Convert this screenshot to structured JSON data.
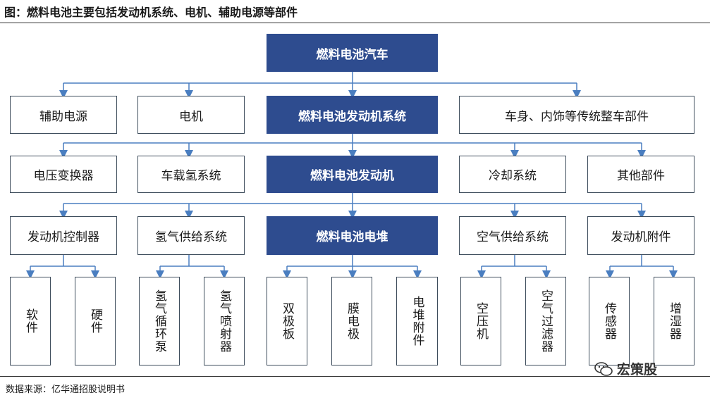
{
  "title": "图：燃料电池主要包括发动机系统、电机、辅助电源等部件",
  "source": "数据来源：亿华通招股说明书",
  "watermark": "宏策股",
  "colors": {
    "highlight": "#2e4c8f",
    "line": "#4a7ec0"
  },
  "root": "燃料电池汽车",
  "level1": [
    "辅助电源",
    "电机",
    "燃料电池发动机系统",
    "车身、内饰等传统整车部件"
  ],
  "level2": [
    "电压变换器",
    "车载氢系统",
    "燃料电池发动机",
    "冷却系统",
    "其他部件"
  ],
  "level3": [
    "发动机控制器",
    "氢气供给系统",
    "燃料电池电堆",
    "空气供给系统",
    "发动机附件"
  ],
  "leaves": [
    "软件",
    "硬件",
    "氢气循环泵",
    "氢气喷射器",
    "双极板",
    "膜电极",
    "电堆附件",
    "空压机",
    "空气过滤器",
    "传感器",
    "增湿器"
  ]
}
